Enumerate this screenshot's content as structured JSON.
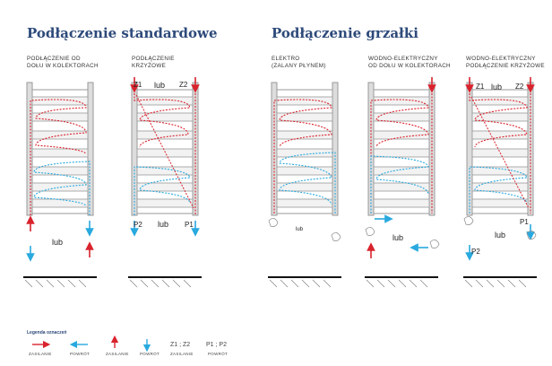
{
  "titles": {
    "standard": "Podłączenie standardowe",
    "heater": "Podłączenie grzałki"
  },
  "captions": {
    "c1_l1": "PODŁĄCZENIE OD",
    "c1_l2": "DOŁU W KOLEKTORACH",
    "c2_l1": "PODŁĄCZENIE",
    "c2_l2": "KRZYŻOWE",
    "c3_l1": "ELEKTRO",
    "c3_l2": "(ZALANY PŁYNEM)",
    "c4_l1": "WODNO-ELEKTRYCZNY",
    "c4_l2": "OD DOŁU W KOLEKTORACH",
    "c5_l1": "WODNO-ELEKTRYCZNY",
    "c5_l2": "PODŁĄCZENIE KRZYŻOWE"
  },
  "labels": {
    "lub": "lub",
    "z1": "Z1",
    "z2": "Z2",
    "p1": "P1",
    "p2": "P2"
  },
  "legend": {
    "title": "Legenda oznaczeń",
    "zasilanie": "ZASILANIE",
    "powrot": "POWRÓT",
    "z_codes": "Z1 ; Z2",
    "p_codes": "P1 ; P2"
  },
  "colors": {
    "supply": "#d9232d",
    "return": "#29a9df",
    "title": "#2d4a7a",
    "radiator": "#888888"
  }
}
